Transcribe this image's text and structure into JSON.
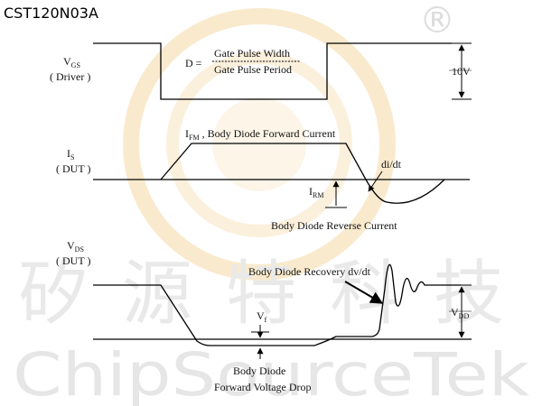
{
  "title": "CST120N03A",
  "watermark": {
    "cn_chars": [
      "矽",
      "源",
      "特",
      "科",
      "技"
    ],
    "en": "ChipSourceTek",
    "registered": "®"
  },
  "vgs": {
    "label": "V",
    "sub": "GS",
    "caption": "( Driver )",
    "formula_prefix": "D =",
    "numerator": "Gate Pulse Width",
    "denominator": "Gate Pulse Period",
    "voltage": "10V"
  },
  "is": {
    "label": "I",
    "sub": "S",
    "caption": "( DUT )",
    "ifm_sub": "FM",
    "ifm_text": " , Body Diode Forward Current",
    "didt": "di/dt",
    "irm_sub": "RM",
    "reverse_current": "Body Diode Reverse Current"
  },
  "vds": {
    "label": "V",
    "sub": "DS",
    "caption": "( DUT )",
    "recovery": "Body Diode Recovery dv/dt",
    "vf_label": "V",
    "vf_sub": "f",
    "vdd_label": "V",
    "vdd_sub": "DD",
    "drop_line1": "Body Diode",
    "drop_line2": "Forward Voltage Drop"
  },
  "colors": {
    "line": "#000000",
    "watermark_logo": "#f6d9a6",
    "watermark_text": "#e6e6e6"
  }
}
